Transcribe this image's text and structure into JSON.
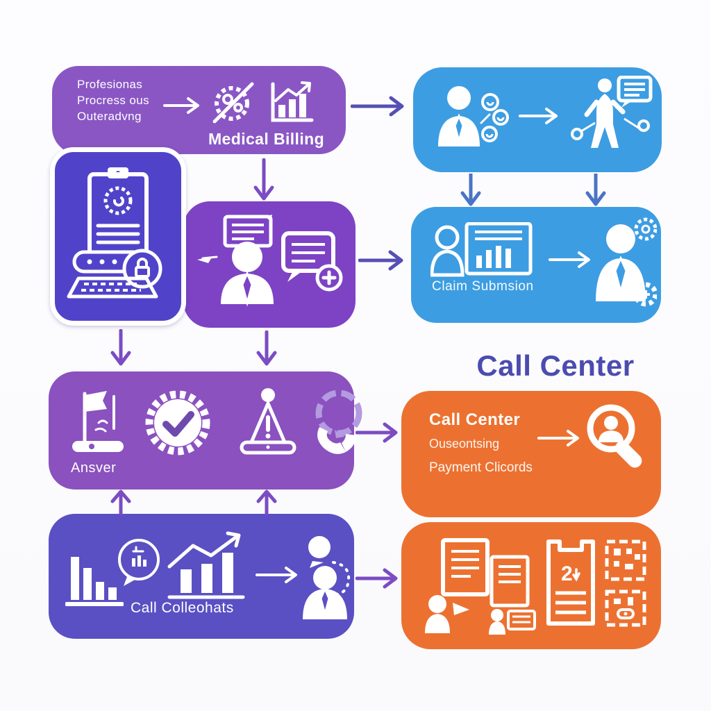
{
  "colors": {
    "purple_box": "#8a56c4",
    "violet_box": "#7d43c4",
    "indigo_box": "#5143c9",
    "indigo_light_box": "#5a50c3",
    "blue_box": "#3d9de2",
    "orange_box": "#ec7130",
    "heading_text": "#4b4bb0",
    "arrow_indigo": "#564fb4",
    "arrow_purple": "#7b4cc2",
    "arrow_blue": "#4a74c6",
    "icon_white": "#ffffff"
  },
  "top_left_box": {
    "line1": "Profesionas",
    "line2": "Procress ous",
    "line3": "Outeradvng",
    "caption": "Medical Billing"
  },
  "claim_box": {
    "label": "Claim Submsion"
  },
  "heading": {
    "title": "Call Center"
  },
  "answer_box": {
    "label": "Ansver"
  },
  "collections_box": {
    "label": "Call Colleohats"
  },
  "outsourcing_box": {
    "line1": "Call Center",
    "line2": "Ouseontsing",
    "line3": "Payment Clicords"
  },
  "records_box": {
    "clipboard_number": "2"
  }
}
